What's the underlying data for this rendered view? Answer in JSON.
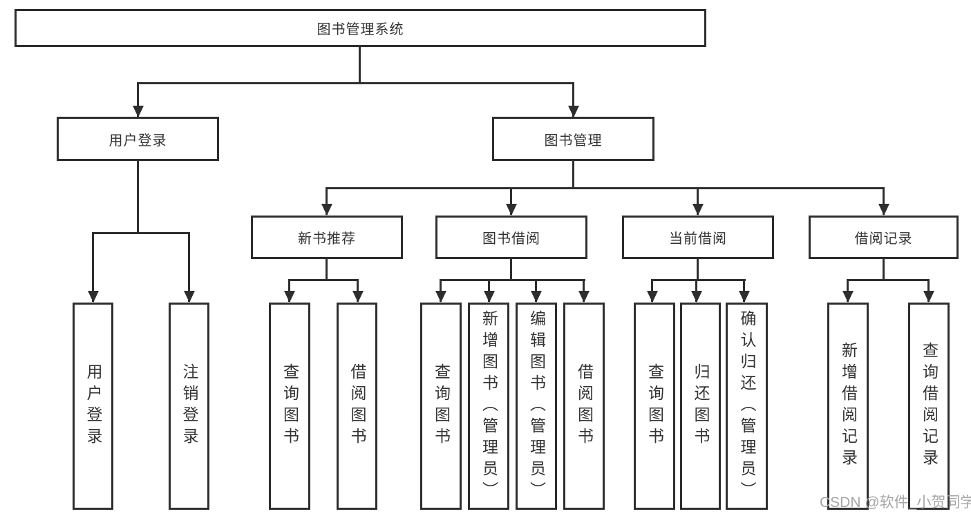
{
  "diagram": {
    "title": "图书管理系统",
    "branches": [
      {
        "label": "用户登录",
        "children": [
          {
            "label": "用户登录"
          },
          {
            "label": "注销登录"
          }
        ]
      },
      {
        "label": "图书管理",
        "children": [
          {
            "label": "新书推荐",
            "children": [
              {
                "label": "查询图书"
              },
              {
                "label": "借阅图书"
              }
            ]
          },
          {
            "label": "图书借阅",
            "children": [
              {
                "label": "查询图书"
              },
              {
                "label": "新增图书（管理员）"
              },
              {
                "label": "编辑图书（管理员）"
              },
              {
                "label": "借阅图书"
              }
            ]
          },
          {
            "label": "当前借阅",
            "children": [
              {
                "label": "查询图书"
              },
              {
                "label": "归还图书"
              },
              {
                "label": "确认归还（管理员）"
              }
            ]
          },
          {
            "label": "借阅记录",
            "children": [
              {
                "label": "新增借阅记录"
              },
              {
                "label": "查询借阅记录"
              }
            ]
          }
        ]
      }
    ]
  },
  "watermark": {
    "text": "CSDN @软件_小贺同学"
  },
  "colors": {
    "line": "#2e2e2e",
    "text": "#333333",
    "box_fill": "#ffffff",
    "watermark": "#a6a6a6"
  }
}
